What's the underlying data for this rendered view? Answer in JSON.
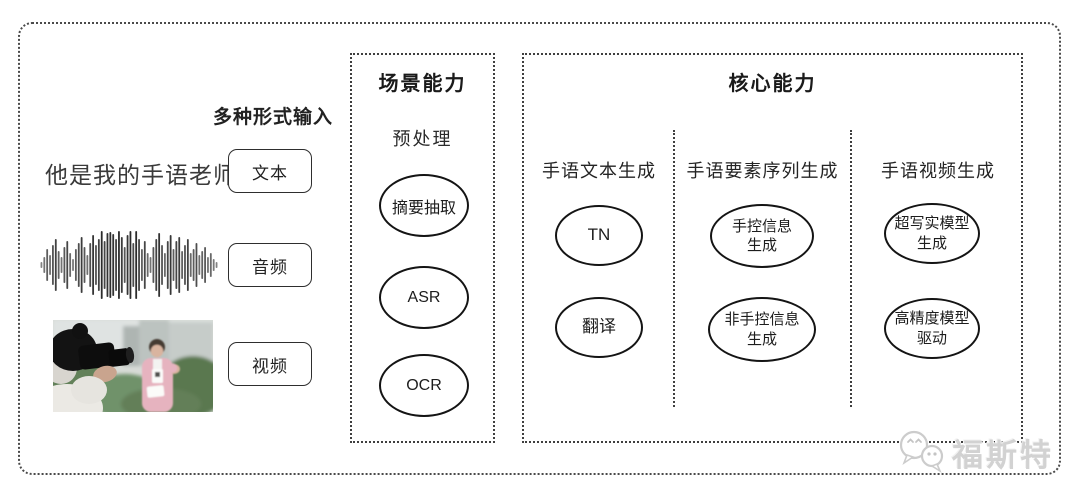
{
  "input_section": {
    "header": "多种形式输入",
    "sample_text": "他是我的手语老师",
    "types": [
      {
        "label": "文本"
      },
      {
        "label": "音频"
      },
      {
        "label": "视频"
      }
    ],
    "media_icons": [
      "text-sample",
      "audio-waveform-icon",
      "video-thumbnail"
    ]
  },
  "scene_box": {
    "title": "场景能力",
    "subtitle": "预处理",
    "nodes": [
      "摘要抽取",
      "ASR",
      "OCR"
    ]
  },
  "core_box": {
    "title": "核心能力",
    "columns": [
      {
        "header": "手语文本生成",
        "nodes": [
          {
            "line1": "TN",
            "line2": ""
          },
          {
            "line1": "翻译",
            "line2": ""
          }
        ]
      },
      {
        "header": "手语要素序列生成",
        "nodes": [
          {
            "line1": "手控信息",
            "line2": "生成"
          },
          {
            "line1": "非手控信息",
            "line2": "生成"
          }
        ]
      },
      {
        "header": "手语视频生成",
        "nodes": [
          {
            "line1": "超写实模型",
            "line2": "生成"
          },
          {
            "line1": "高精度模型",
            "line2": "驱动"
          }
        ]
      }
    ]
  },
  "watermark": {
    "brand": "福斯特",
    "icon": "wechat-icon"
  },
  "colors": {
    "line": "#141414",
    "dotted_border": "#3f3f3f",
    "watermark": "#d2d2d2"
  }
}
